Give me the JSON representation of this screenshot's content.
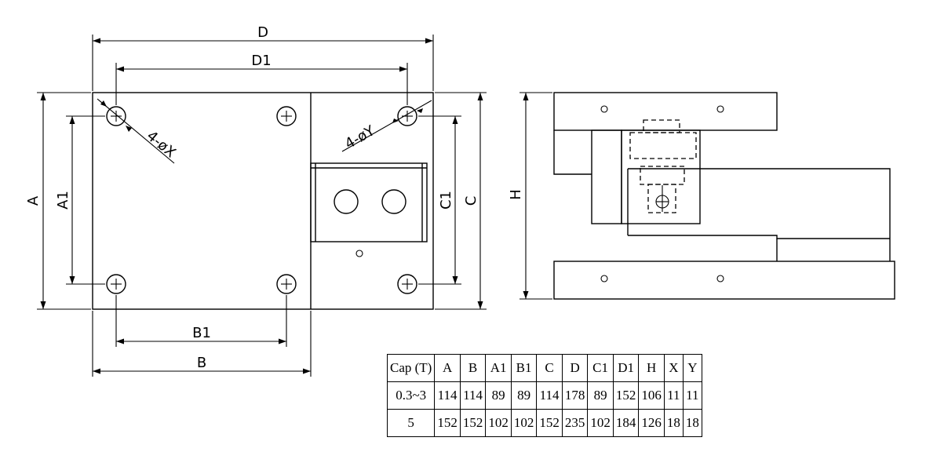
{
  "dims": {
    "D": "D",
    "D1": "D1",
    "A": "A",
    "A1": "A1",
    "B": "B",
    "B1": "B1",
    "C": "C",
    "C1": "C1",
    "H": "H"
  },
  "callouts": {
    "hole_x": "4-øX",
    "hole_y": "4-øY"
  },
  "table": {
    "headers": [
      "Cap (T)",
      "A",
      "B",
      "A1",
      "B1",
      "C",
      "D",
      "C1",
      "D1",
      "H",
      "X",
      "Y"
    ],
    "rows": [
      [
        "0.3~3",
        "114",
        "114",
        "89",
        "89",
        "114",
        "178",
        "89",
        "152",
        "106",
        "11",
        "11"
      ],
      [
        "5",
        "152",
        "152",
        "102",
        "102",
        "152",
        "235",
        "102",
        "184",
        "126",
        "18",
        "18"
      ]
    ]
  }
}
